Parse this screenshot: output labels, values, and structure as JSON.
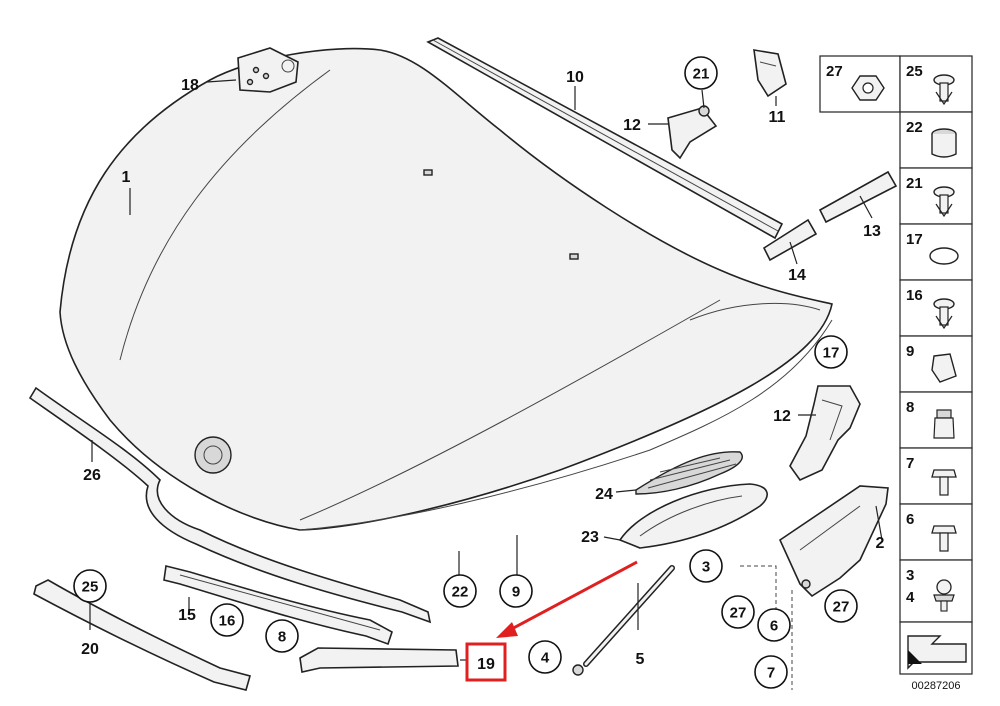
{
  "diagram": {
    "plain_labels": [
      {
        "id": "l1",
        "text": "1"
      },
      {
        "id": "l2",
        "text": "2"
      },
      {
        "id": "l5",
        "text": "5"
      },
      {
        "id": "l10",
        "text": "10"
      },
      {
        "id": "l11",
        "text": "11"
      },
      {
        "id": "l12a",
        "text": "12"
      },
      {
        "id": "l12b",
        "text": "12"
      },
      {
        "id": "l13",
        "text": "13"
      },
      {
        "id": "l14",
        "text": "14"
      },
      {
        "id": "l15",
        "text": "15"
      },
      {
        "id": "l18",
        "text": "18"
      },
      {
        "id": "l20",
        "text": "20"
      },
      {
        "id": "l23",
        "text": "23"
      },
      {
        "id": "l24",
        "text": "24"
      },
      {
        "id": "l26",
        "text": "26"
      }
    ],
    "circled_labels": [
      {
        "id": "c21",
        "text": "21"
      },
      {
        "id": "c17",
        "text": "17"
      },
      {
        "id": "c3",
        "text": "3"
      },
      {
        "id": "c4",
        "text": "4"
      },
      {
        "id": "c6",
        "text": "6"
      },
      {
        "id": "c7",
        "text": "7"
      },
      {
        "id": "c8",
        "text": "8"
      },
      {
        "id": "c9",
        "text": "9"
      },
      {
        "id": "c16",
        "text": "16"
      },
      {
        "id": "c22",
        "text": "22"
      },
      {
        "id": "c25",
        "text": "25"
      },
      {
        "id": "c27a",
        "text": "27"
      },
      {
        "id": "c27b",
        "text": "27"
      }
    ],
    "highlight": {
      "label": "19",
      "color": "#e02020"
    },
    "legend": [
      {
        "label": "27",
        "icon": "hex-nut-icon"
      },
      {
        "label": "25",
        "icon": "push-rivet-icon"
      },
      {
        "label": "22",
        "icon": "rubber-buffer-icon"
      },
      {
        "label": "21",
        "icon": "expanding-rivet-icon"
      },
      {
        "label": "17",
        "icon": "grommet-ring-icon"
      },
      {
        "label": "16",
        "icon": "push-rivet-icon"
      },
      {
        "label": "9",
        "icon": "clip-nut-icon"
      },
      {
        "label": "8",
        "icon": "buffer-stop-icon"
      },
      {
        "label": "7",
        "icon": "hex-bolt-icon"
      },
      {
        "label": "6",
        "icon": "collar-screw-icon"
      },
      {
        "label": "3",
        "label2": "4",
        "icon": "ball-stud-icon"
      }
    ],
    "catalog_number": "00287206",
    "colors": {
      "line": "#222222",
      "highlight": "#e02020",
      "part_fill": "#f2f2f2"
    }
  }
}
